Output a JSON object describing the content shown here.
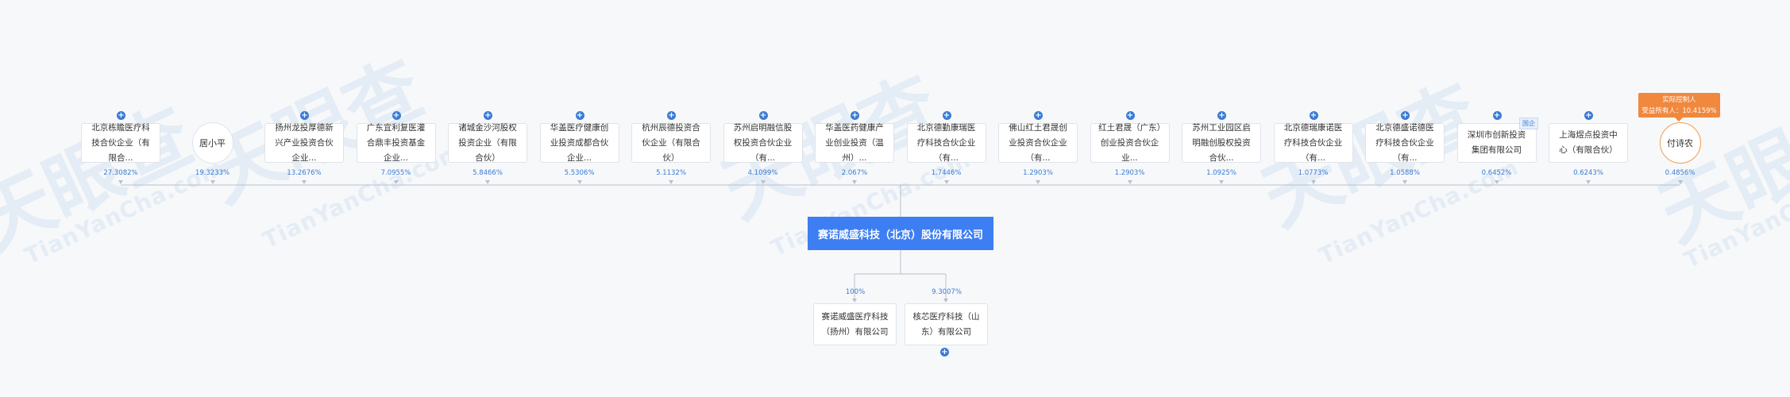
{
  "watermark": {
    "big": "天眼查",
    "small": "TianYanCha.com"
  },
  "shareholders": [
    {
      "name": "北京栋瞻医疗科技合伙企业（有限合...",
      "pct": "27.3082%",
      "kind": "company"
    },
    {
      "name": "居小平",
      "pct": "19.3233%",
      "kind": "person"
    },
    {
      "name": "扬州龙投厚德新兴产业投资合伙企业...",
      "pct": "13.2676%",
      "kind": "company"
    },
    {
      "name": "广东宜利复医灌合鼎丰投资基金企业...",
      "pct": "7.0955%",
      "kind": "company"
    },
    {
      "name": "诸城金沙河股权投资企业（有限合伙）",
      "pct": "5.8466%",
      "kind": "company"
    },
    {
      "name": "华盖医疗健康创业投资成都合伙企业...",
      "pct": "5.5306%",
      "kind": "company"
    },
    {
      "name": "杭州辰德投资合伙企业（有限合伙）",
      "pct": "5.1132%",
      "kind": "company"
    },
    {
      "name": "苏州启明融信股权投资合伙企业（有...",
      "pct": "4.1099%",
      "kind": "company"
    },
    {
      "name": "华盖医药健康产业创业投资（温州）...",
      "pct": "2.067%",
      "kind": "company"
    },
    {
      "name": "北京德勤康瑞医疗科技合伙企业（有...",
      "pct": "1.7446%",
      "kind": "company"
    },
    {
      "name": "佛山红土君晟创业投资合伙企业（有...",
      "pct": "1.2903%",
      "kind": "company"
    },
    {
      "name": "红土君晟（广东）创业投资合伙企业...",
      "pct": "1.2903%",
      "kind": "company"
    },
    {
      "name": "苏州工业园区启明融创股权投资合伙...",
      "pct": "1.0925%",
      "kind": "company"
    },
    {
      "name": "北京德瑞康诺医疗科技合伙企业（有...",
      "pct": "1.0773%",
      "kind": "company"
    },
    {
      "name": "北京德盛诺德医疗科技合伙企业（有...",
      "pct": "1.0588%",
      "kind": "company"
    },
    {
      "name": "深圳市创新投资集团有限公司",
      "pct": "0.6452%",
      "kind": "company",
      "tag": "国企"
    },
    {
      "name": "上海煜点投资中心（有限合伙）",
      "pct": "0.6243%",
      "kind": "company"
    },
    {
      "name": "付诗农",
      "pct": "0.4856%",
      "kind": "person-controller"
    }
  ],
  "controller_label": {
    "line1": "实际控制人",
    "line2": "受益所有人：10.4159%"
  },
  "company": "赛诺威盛科技（北京）股份有限公司",
  "subsidiaries": [
    {
      "name": "赛诺威盛医疗科技（扬州）有限公司",
      "pct": "100%"
    },
    {
      "name": "核芯医疗科技（山东）有限公司",
      "pct": "9.3007%"
    }
  ],
  "colors": {
    "accent": "#3d7ef2",
    "controller": "#f0883e",
    "pct": "#3a7bd5",
    "line": "#b9c1cc"
  },
  "icons": {
    "expand": "plus-circle-icon"
  }
}
